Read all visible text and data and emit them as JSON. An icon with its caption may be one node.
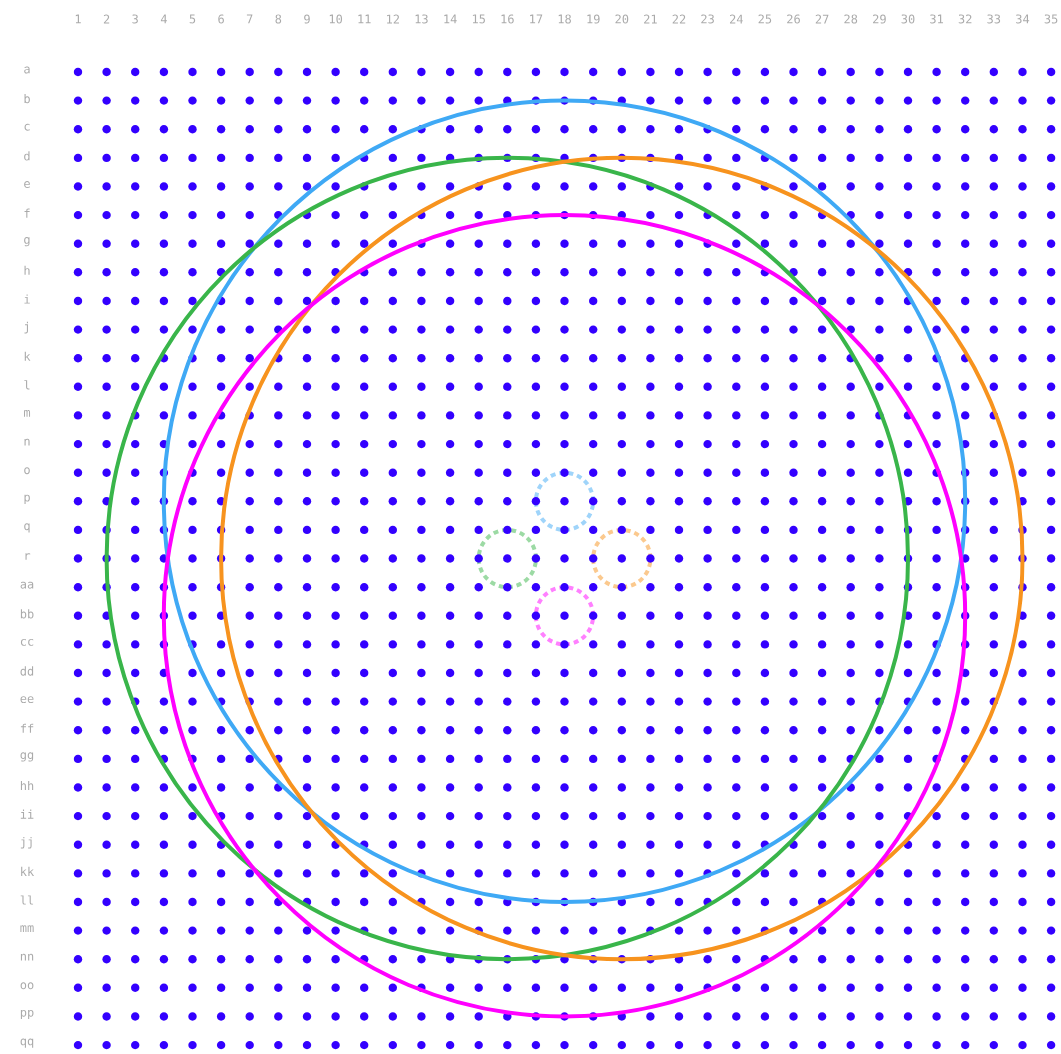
{
  "diagram": {
    "labels": [
      "1",
      "2",
      "3",
      "4",
      "5",
      "6",
      "7",
      "8",
      "9",
      "10",
      "11",
      "12",
      "13",
      "14",
      "15",
      "16",
      "17",
      "18",
      "19",
      "20",
      "21",
      "22",
      "23",
      "24",
      "25",
      "26",
      "27",
      "28",
      "29",
      "30",
      "31",
      "32",
      "33",
      "34",
      "35",
      "a",
      "b",
      "c",
      "d",
      "e",
      "f",
      "g",
      "h",
      "i",
      "j",
      "k",
      "l",
      "m",
      "n",
      "o",
      "p",
      "q",
      "r",
      "aa",
      "bb",
      "cc",
      "dd",
      "ee",
      "ff",
      "gg",
      "hh",
      "ii",
      "jj",
      "kk",
      "ll",
      "mm",
      "nn",
      "oo",
      "pp",
      "qq"
    ]
  }
}
